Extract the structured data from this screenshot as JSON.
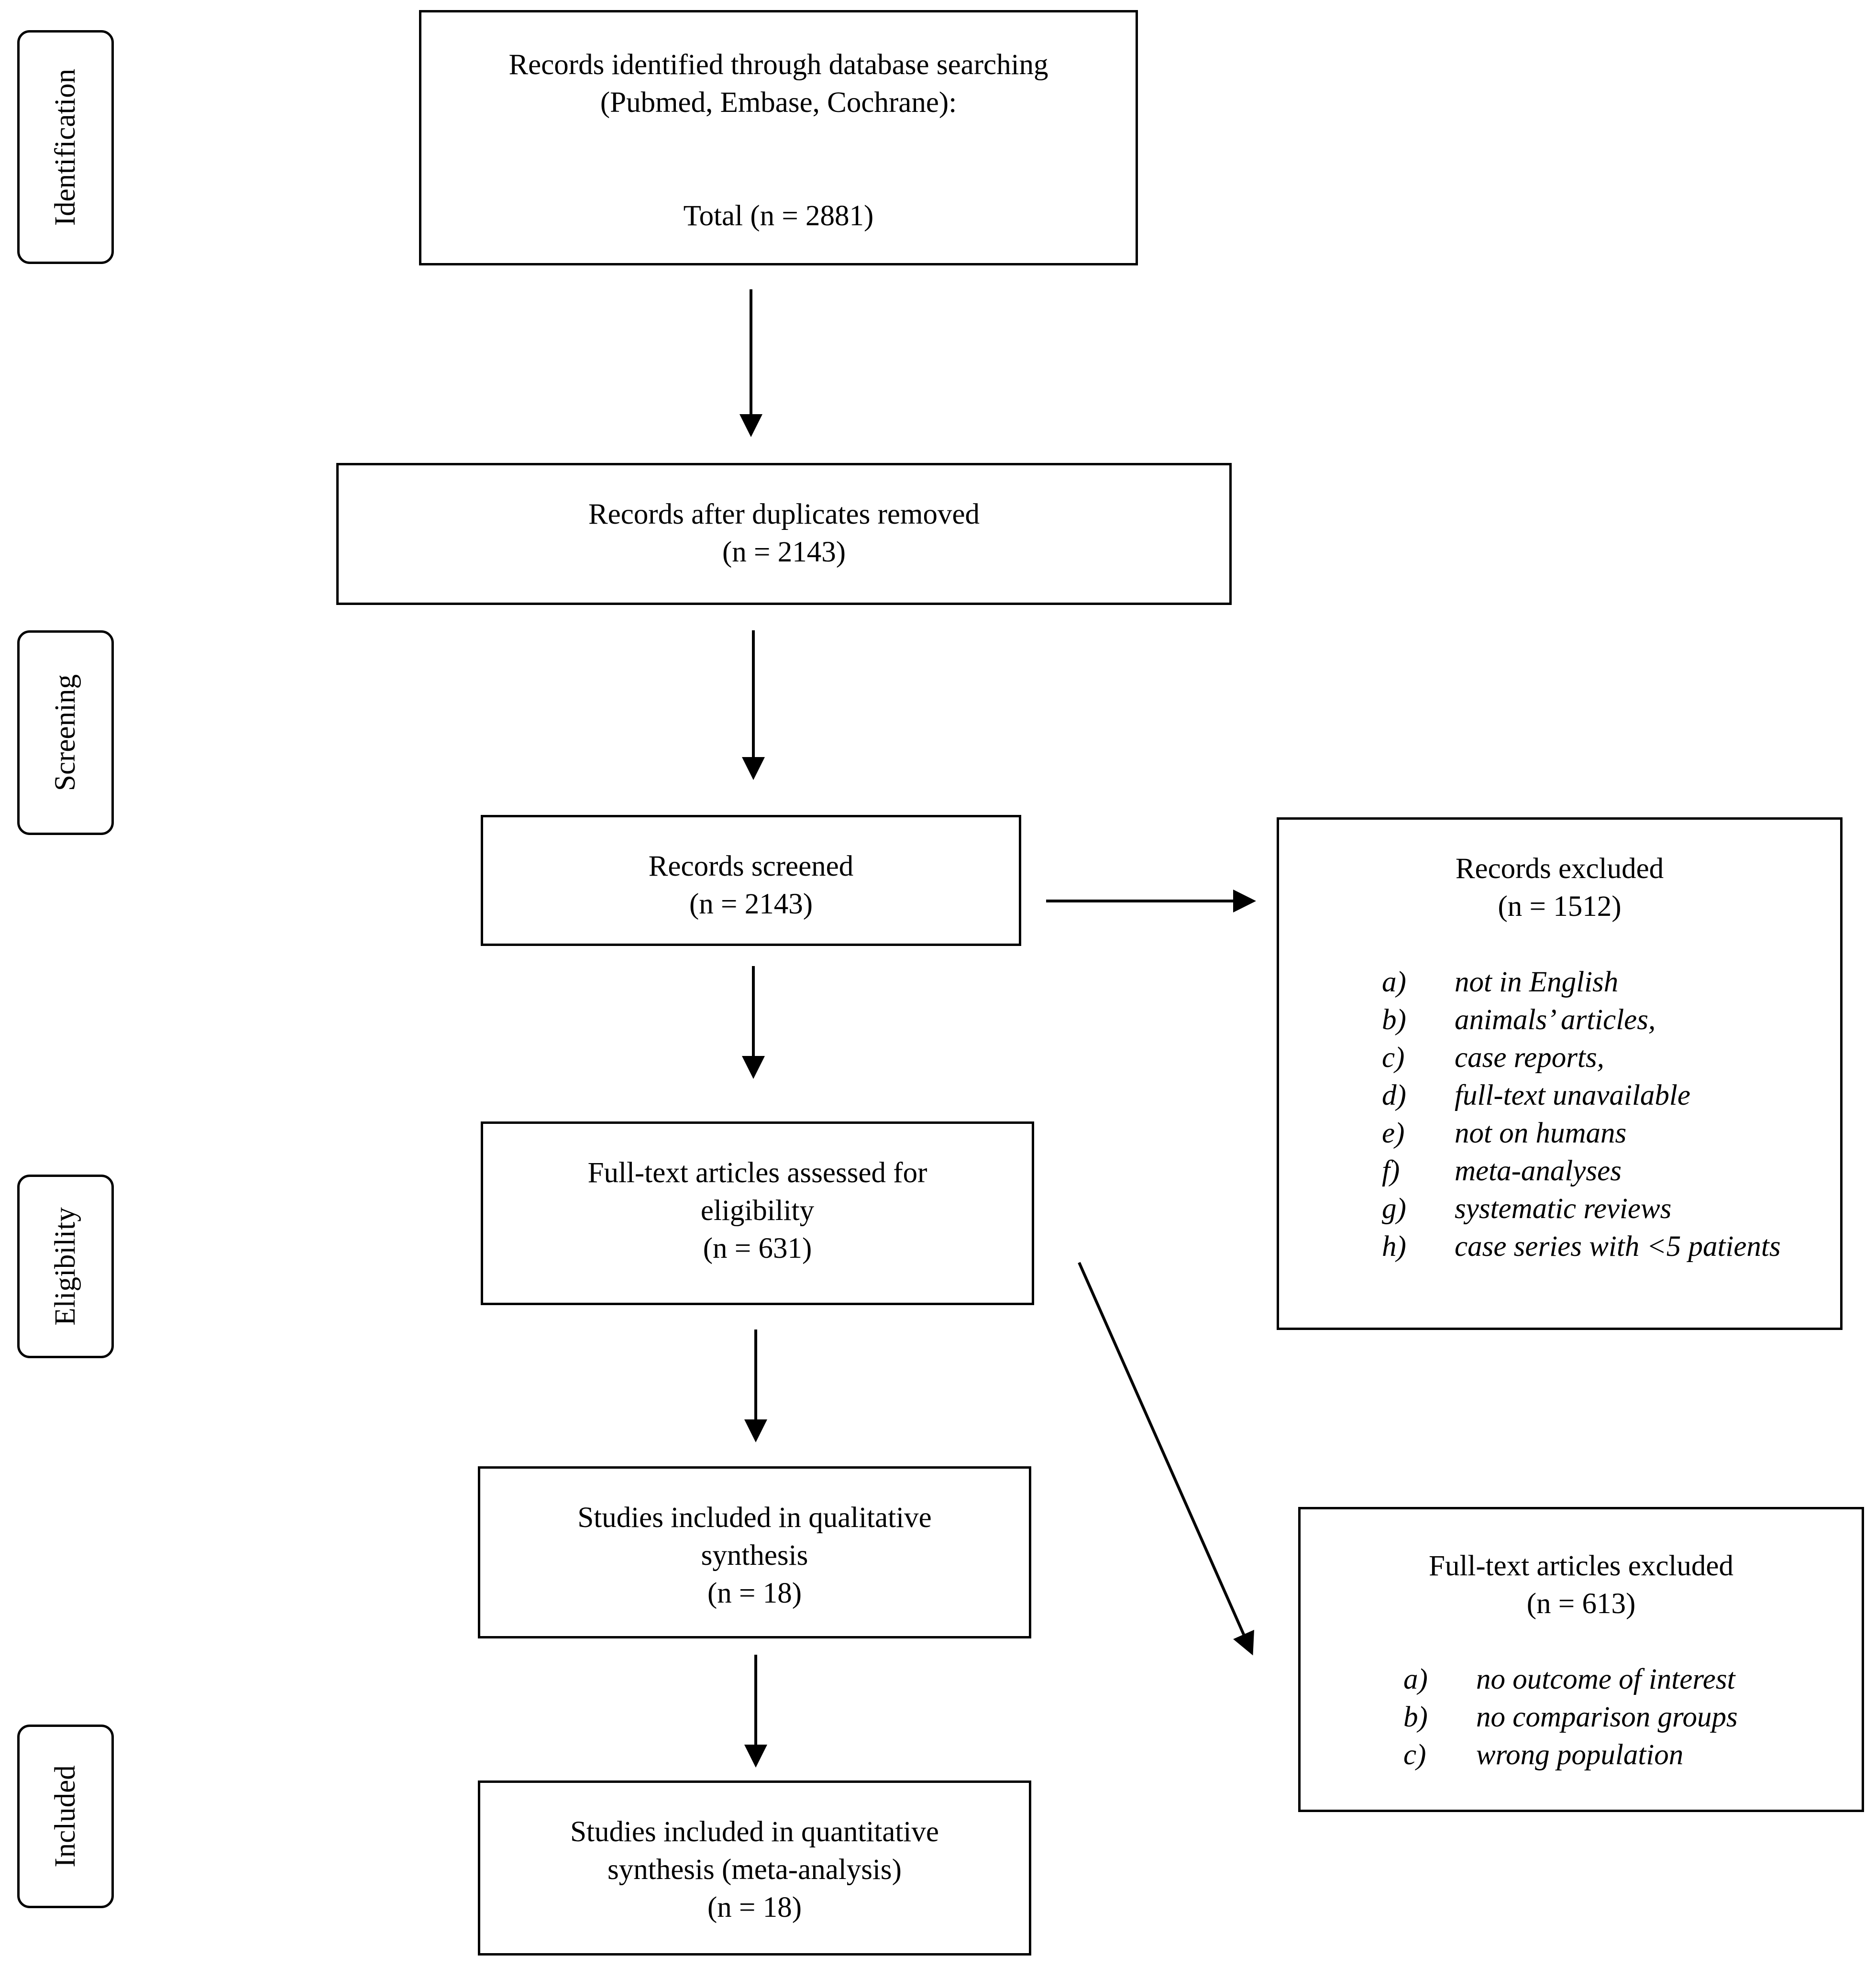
{
  "stages": [
    {
      "id": "identification",
      "label": "Identification"
    },
    {
      "id": "screening",
      "label": "Screening"
    },
    {
      "id": "eligibility",
      "label": "Eligibility"
    },
    {
      "id": "included",
      "label": "Included"
    }
  ],
  "boxes": {
    "identified": {
      "lines": [
        "Records identified through database searching",
        "(Pubmed, Embase, Cochrane):"
      ],
      "total": "Total (n = 2881)"
    },
    "duplicates_removed": {
      "lines": [
        "Records after duplicates removed",
        "(n = 2143)"
      ]
    },
    "screened": {
      "lines": [
        "Records screened",
        "(n = 2143)"
      ]
    },
    "fulltext_assessed": {
      "lines": [
        "Full-text articles assessed for",
        "eligibility",
        "(n = 631)"
      ]
    },
    "qualitative": {
      "lines": [
        "Studies included in qualitative",
        "synthesis",
        "(n = 18)"
      ]
    },
    "quantitative": {
      "lines": [
        "Studies included in quantitative",
        "synthesis (meta-analysis)",
        "(n = 18)"
      ]
    },
    "records_excluded": {
      "lines": [
        "Records excluded",
        "(n = 1512)"
      ],
      "reasons": [
        {
          "letter": "a)",
          "text": "not in English"
        },
        {
          "letter": "b)",
          "text": "animals’ articles,"
        },
        {
          "letter": "c)",
          "text": "case reports,"
        },
        {
          "letter": "d)",
          "text": "full-text unavailable"
        },
        {
          "letter": "e)",
          "text": "not on humans"
        },
        {
          "letter": "f)",
          "text": "meta-analyses"
        },
        {
          "letter": "g)",
          "text": "systematic reviews"
        },
        {
          "letter": "h)",
          "text": "case series with <5 patients"
        }
      ]
    },
    "fulltext_excluded": {
      "lines": [
        "Full-text articles excluded",
        "(n = 613)"
      ],
      "reasons": [
        {
          "letter": "a)",
          "text": "no outcome of interest"
        },
        {
          "letter": "b)",
          "text": "no comparison groups"
        },
        {
          "letter": "c)",
          "text": "wrong population"
        }
      ]
    }
  }
}
